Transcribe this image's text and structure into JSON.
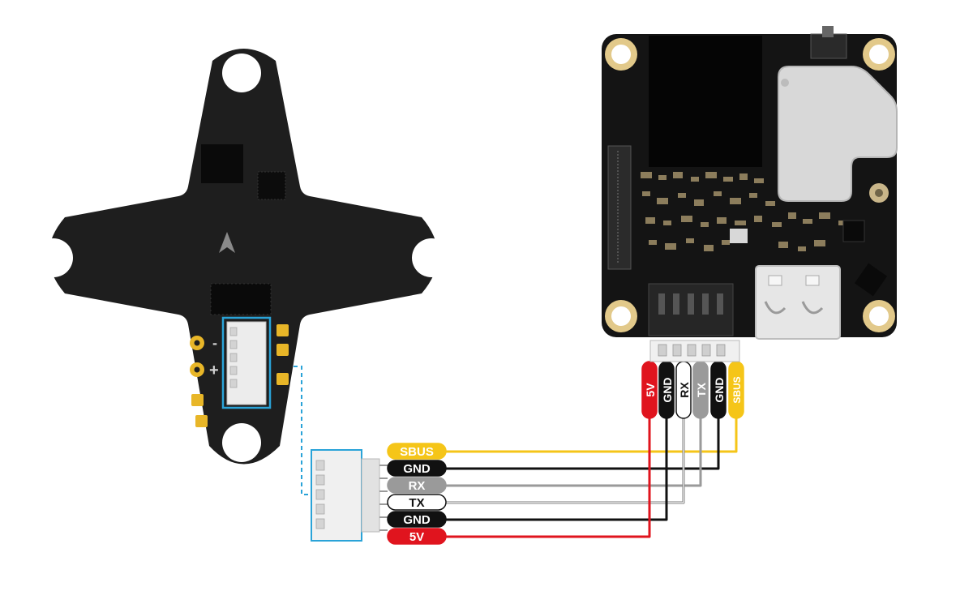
{
  "left_board": {
    "pad_minus": "-",
    "pad_plus": "+"
  },
  "connector_labels": [
    {
      "text": "SBUS",
      "bg": "#f5c518",
      "fg": "#ffffff"
    },
    {
      "text": "GND",
      "bg": "#111111",
      "fg": "#ffffff"
    },
    {
      "text": "RX",
      "bg": "#9a9a9a",
      "fg": "#ffffff"
    },
    {
      "text": "TX",
      "bg": "#ffffff",
      "fg": "#111111"
    },
    {
      "text": "GND",
      "bg": "#111111",
      "fg": "#ffffff"
    },
    {
      "text": "5V",
      "bg": "#e0141e",
      "fg": "#ffffff"
    }
  ],
  "right_labels": [
    {
      "text": "5V",
      "bg": "#e0141e",
      "fg": "#ffffff"
    },
    {
      "text": "GND",
      "bg": "#111111",
      "fg": "#ffffff"
    },
    {
      "text": "RX",
      "bg": "#ffffff",
      "fg": "#111111"
    },
    {
      "text": "TX",
      "bg": "#9a9a9a",
      "fg": "#ffffff"
    },
    {
      "text": "GND",
      "bg": "#111111",
      "fg": "#ffffff"
    },
    {
      "text": "SBUS",
      "bg": "#f5c518",
      "fg": "#ffffff"
    }
  ],
  "colors": {
    "board": "#1e1e1e",
    "highlight": "#2aa3d8",
    "gold": "#e8b628",
    "pcb_right": "#141414"
  }
}
